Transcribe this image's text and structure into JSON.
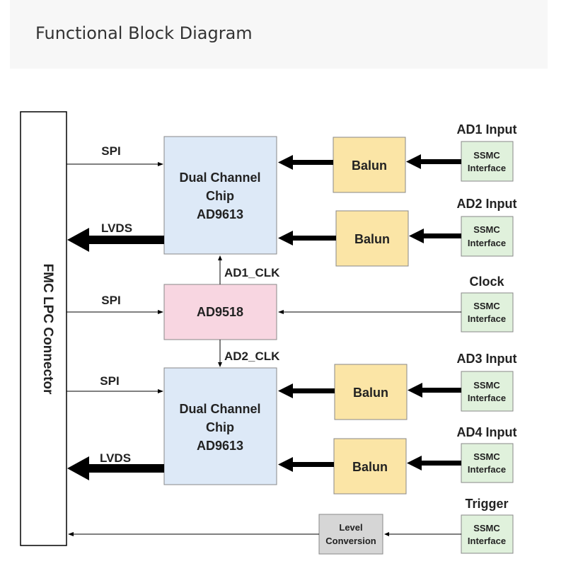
{
  "header": {
    "title": "Functional Block Diagram"
  },
  "colors": {
    "connector_fill": "#ffffff",
    "chip_fill": "#dde9f7",
    "clock_chip_fill": "#f8d6e1",
    "balun_fill": "#fbe5a6",
    "ssmc_fill": "#e0f1dc",
    "level_fill": "#d6d6d6",
    "stroke": "#888888",
    "arrow": "#000000"
  },
  "diagram": {
    "connector": {
      "label": "FMC LPC Connector"
    },
    "chip_top": {
      "line1": "Dual Channel",
      "line2": "Chip",
      "line3": "AD9613"
    },
    "chip_bottom": {
      "line1": "Dual Channel",
      "line2": "Chip",
      "line3": "AD9613"
    },
    "clock_chip": {
      "label": "AD9518"
    },
    "baluns": [
      {
        "label": "Balun"
      },
      {
        "label": "Balun"
      },
      {
        "label": "Balun"
      },
      {
        "label": "Balun"
      }
    ],
    "ssmc": [
      {
        "title": "AD1 Input",
        "line1": "SSMC",
        "line2": "Interface"
      },
      {
        "title": "AD2 Input",
        "line1": "SSMC",
        "line2": "Interface"
      },
      {
        "title": "Clock",
        "line1": "SSMC",
        "line2": "Interface"
      },
      {
        "title": "AD3 Input",
        "line1": "SSMC",
        "line2": "Interface"
      },
      {
        "title": "AD4 Input",
        "line1": "SSMC",
        "line2": "Interface"
      },
      {
        "title": "Trigger",
        "line1": "SSMC",
        "line2": "Interface"
      }
    ],
    "level_conversion": {
      "line1": "Level",
      "line2": "Conversion"
    },
    "signals": {
      "spi_top": "SPI",
      "spi_mid": "SPI",
      "spi_bottom": "SPI",
      "lvds_top": "LVDS",
      "lvds_bottom": "LVDS",
      "ad1_clk": "AD1_CLK",
      "ad2_clk": "AD2_CLK"
    }
  }
}
